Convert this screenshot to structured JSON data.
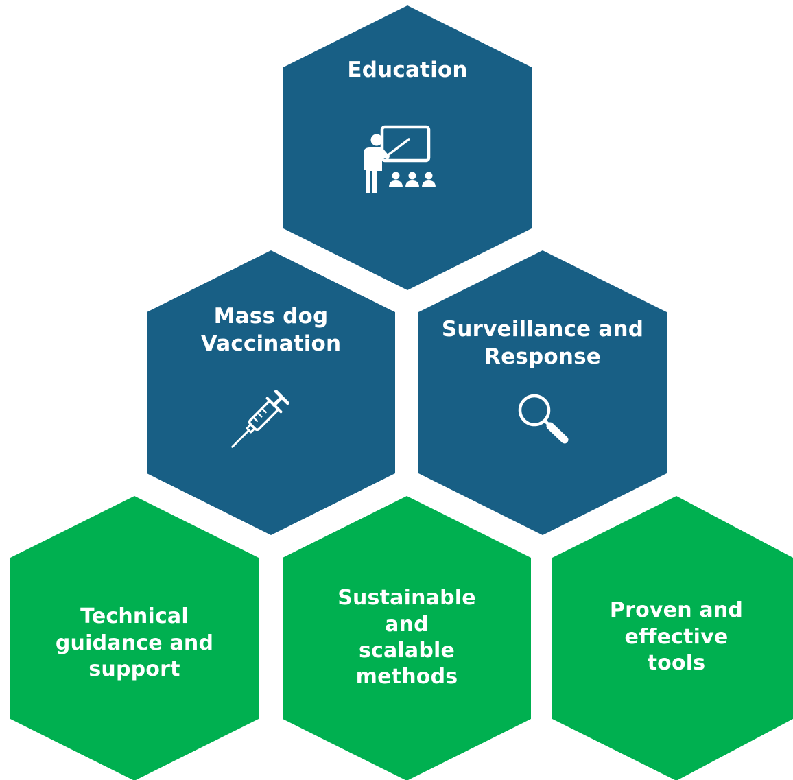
{
  "colors": {
    "blue": "#185f85",
    "green": "#00b050",
    "icon": "#ffffff",
    "background": "#ffffff"
  },
  "pillars": [
    {
      "id": "education",
      "color": "#185f85",
      "lines": [
        "Education"
      ],
      "icon": "teacher-presentation-icon"
    },
    {
      "id": "mass-dog-vaccination",
      "color": "#185f85",
      "lines": [
        "Mass dog",
        "Vaccination"
      ],
      "icon": "syringe-icon"
    },
    {
      "id": "surveillance-response",
      "color": "#185f85",
      "lines": [
        "Surveillance and",
        "Response"
      ],
      "icon": "magnifier-icon"
    }
  ],
  "foundations": [
    {
      "id": "technical-guidance",
      "color": "#00b050",
      "lines": [
        "Technical",
        "guidance and",
        "support"
      ]
    },
    {
      "id": "sustainable-methods",
      "color": "#00b050",
      "lines": [
        "Sustainable",
        "and",
        "scalable",
        "methods"
      ]
    },
    {
      "id": "proven-tools",
      "color": "#00b050",
      "lines": [
        "Proven and",
        "effective",
        "tools"
      ]
    }
  ]
}
